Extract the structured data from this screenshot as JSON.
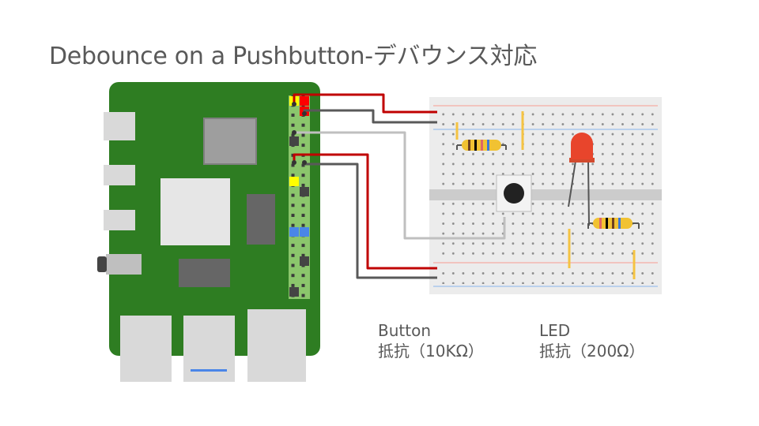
{
  "slide": {
    "title": "Debounce on a Pushbutton-デバウンス対応"
  },
  "labels": {
    "button": {
      "name": "Button",
      "detail": "抵抗（10KΩ）"
    },
    "led": {
      "name": "LED",
      "detail": "抵抗（200Ω）"
    }
  },
  "colors": {
    "board_green": "#2e7d22",
    "header_green": "#8bc66c",
    "wire_red": "#c00000",
    "wire_dark_gray": "#595959",
    "wire_light_gray": "#bfbfbf",
    "led_red": "#e8452c",
    "power_rail_red": "#f4b6b0",
    "ground_rail_blue": "#a9c6ec",
    "jumper_yellow": "#f5c342",
    "pin_yellow": "#ffff00",
    "pin_red": "#ff0000",
    "pin_blue": "#4a86e8"
  }
}
